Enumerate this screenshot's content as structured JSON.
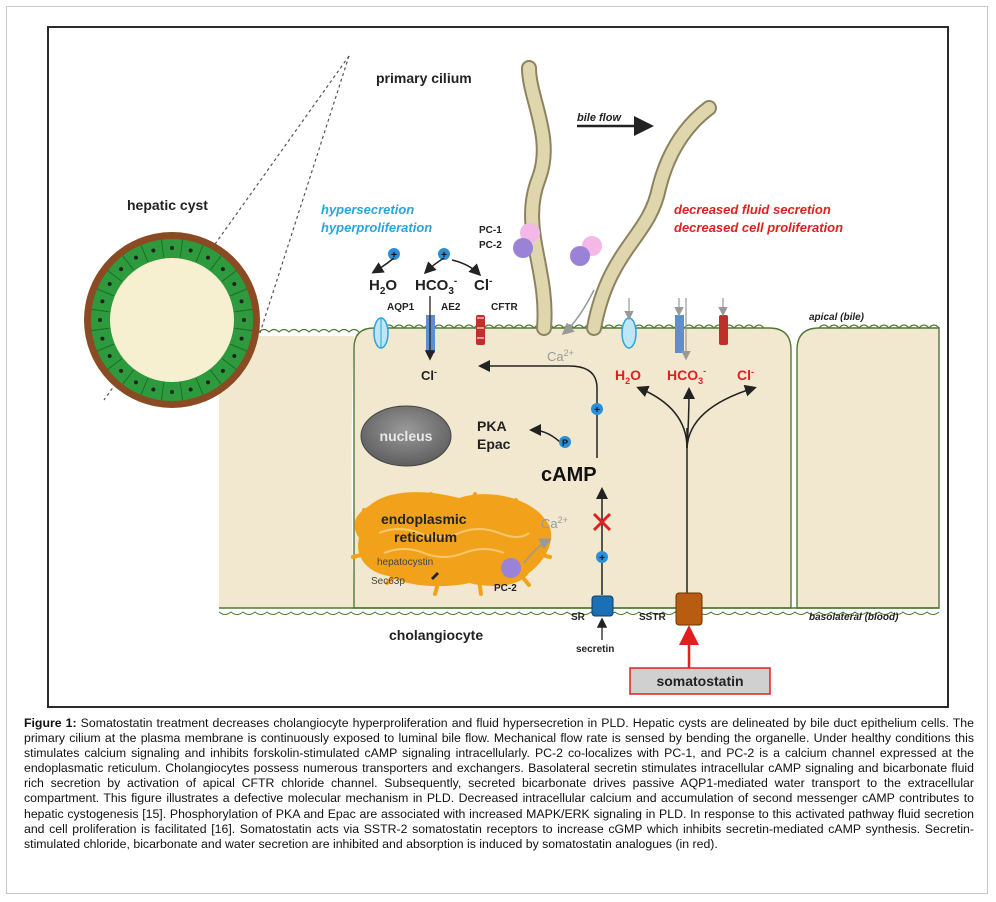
{
  "diagram": {
    "labels": {
      "primary_cilium": "primary cilium",
      "bile_flow": "bile flow",
      "hepatic_cyst": "hepatic cyst",
      "hypersecretion": "hypersecretion",
      "hyperproliferation": "hyperproliferation",
      "decreased_fluid": "decreased fluid secretion",
      "decreased_prolif": "decreased cell proliferation",
      "pc1": "PC-1",
      "pc2": "PC-2",
      "h2o": "H",
      "h2o_sub": "2",
      "h2o_end": "O",
      "hco3": "HCO",
      "hco3_sub": "3",
      "hco3_sup": "-",
      "cl": "Cl",
      "cl_sup": "-",
      "aqp1": "AQP1",
      "ae2": "AE2",
      "cftr": "CFTR",
      "apical": "apical (bile)",
      "basolateral": "basolateral (blood)",
      "ca": "Ca",
      "ca_sup": "2+",
      "nucleus": "nucleus",
      "pka": "PKA",
      "epac": "Epac",
      "camp": "cAMP",
      "p": "P",
      "plus": "+",
      "er_line1": "endoplasmic",
      "er_line2": "reticulum",
      "hepatocystin": "hepatocystin",
      "sec63p": "Sec63p",
      "pc2_er": "PC-2",
      "sr": "SR",
      "sstr": "SSTR",
      "secretin": "secretin",
      "cholangiocyte": "cholangiocyte",
      "somatostatin": "somatostatin"
    },
    "colors": {
      "cell_fill": "#f1e8cf",
      "cell_stroke": "#4f7a36",
      "blue_text": "#2aa5dc",
      "red_text": "#e02020",
      "cyst_outer": "#8a4a22",
      "cyst_cells": "#2e9a3e",
      "cilium": "#e0d6ae",
      "er": "#f2a21a",
      "receptor_sr": "#1a6fb5",
      "receptor_sstr": "#b85c12"
    }
  },
  "caption": {
    "label": "Figure 1:",
    "text": "Somatostatin treatment decreases cholangiocyte hyperproliferation and fluid hypersecretion in PLD. Hepatic cysts are delineated by bile duct epithelium cells. The primary cilium at the plasma membrane is continuously exposed to luminal bile flow. Mechanical flow rate is sensed by bending the organelle. Under healthy conditions this stimulates calcium signaling and inhibits forskolin-stimulated cAMP signaling intracellularly. PC-2 co-localizes with PC-1, and PC-2 is a calcium channel expressed at the endoplasmatic reticulum. Cholangiocytes possess numerous transporters and exchangers. Basolateral secretin stimulates intracellular cAMP signaling and bicarbonate fluid rich secretion by activation of apical CFTR chloride channel. Subsequently, secreted bicarbonate drives passive AQP1-mediated water transport to the extracellular compartment. This figure illustrates a defective molecular mechanism in PLD. Decreased intracellular calcium and accumulation of second messenger cAMP contributes to hepatic cystogenesis [15]. Phosphorylation of PKA and Epac are associated with increased MAPK/ERK signaling in PLD. In response to this activated pathway fluid secretion and cell proliferation is facilitated [16]. Somatostatin acts via SSTR-2 somatostatin receptors to increase cGMP which inhibits secretin-mediated cAMP synthesis. Secretin-stimulated chloride, bicarbonate and water secretion are inhibited and absorption is induced by somatostatin analogues (in red)."
  }
}
